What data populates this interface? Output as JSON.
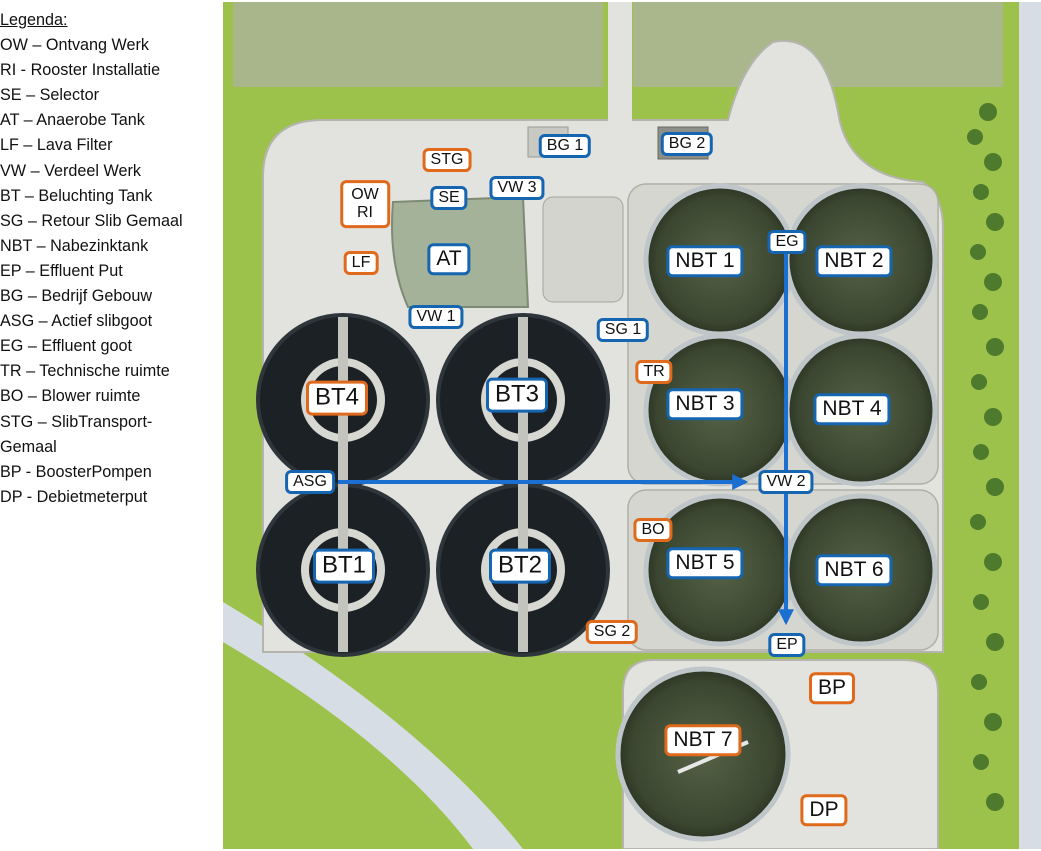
{
  "legend": {
    "title": "Legenda:",
    "items": [
      "OW – Ontvang Werk",
      "RI - Rooster Installatie",
      "SE – Selector",
      "AT – Anaerobe Tank",
      "LF – Lava Filter",
      "VW – Verdeel Werk",
      "BT – Beluchting Tank",
      "SG – Retour Slib Gemaal",
      "NBT – Nabezinktank",
      "EP – Effluent Put",
      "BG – Bedrijf Gebouw",
      "ASG – Actief slibgoot",
      "EG – Effluent goot",
      "TR – Technische ruimte",
      "BO – Blower ruimte",
      "STG – SlibTransport-",
      "Gemaal",
      "BP - BoosterPompen",
      "DP - Debietmeterput"
    ]
  },
  "labels": {
    "bg1": "BG 1",
    "bg2": "BG 2",
    "stg": "STG",
    "ow": "OW",
    "ri": "RI",
    "se": "SE",
    "vw3": "VW 3",
    "lf": "LF",
    "at": "AT",
    "vw1": "VW 1",
    "nbt1": "NBT 1",
    "eg": "EG",
    "nbt2": "NBT 2",
    "sg1": "SG 1",
    "tr": "TR",
    "nbt3": "NBT 3",
    "nbt4": "NBT 4",
    "bt4": "BT4",
    "bt3": "BT3",
    "asg": "ASG",
    "vw2": "VW 2",
    "bo": "BO",
    "nbt5": "NBT 5",
    "nbt6": "NBT 6",
    "bt1": "BT1",
    "bt2": "BT2",
    "sg2": "SG 2",
    "ep": "EP",
    "bp": "BP",
    "nbt7": "NBT 7",
    "dp": "DP"
  },
  "colors": {
    "label_border_blue": "#1565b0",
    "label_border_orange": "#e06a1c",
    "flow_arrow": "#1a6fd0",
    "grass": "#9bc24a",
    "paving": "#e3e3df",
    "aeration_tank": "#1e2328",
    "clarifier": "#3e4a33"
  }
}
